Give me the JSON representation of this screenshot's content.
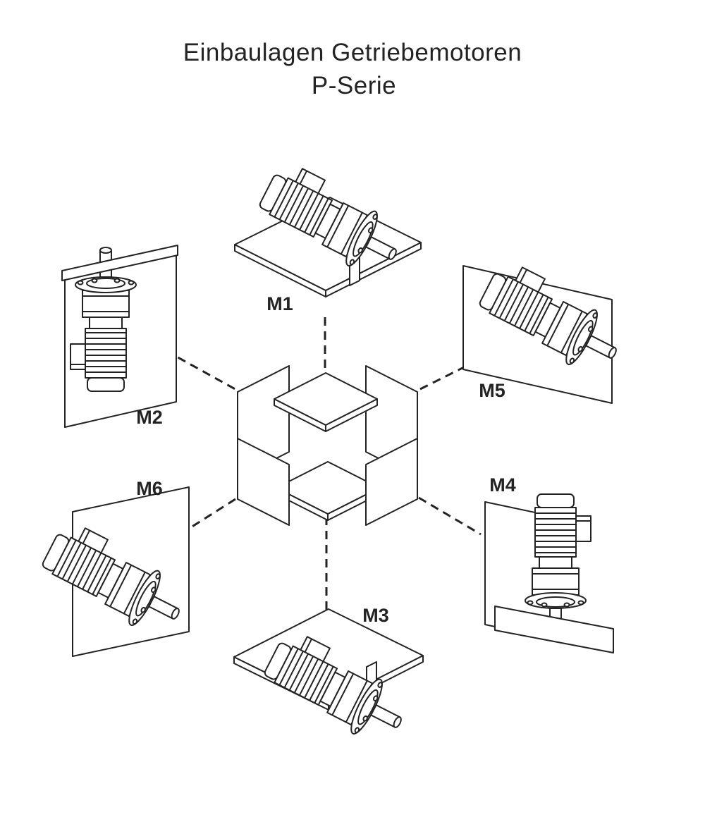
{
  "page": {
    "title_line1": "Einbaulagen Getriebemotoren",
    "title_line2": "P-Serie"
  },
  "positions": {
    "m1": "M1",
    "m2": "M2",
    "m3": "M3",
    "m4": "M4",
    "m5": "M5",
    "m6": "M6"
  },
  "colors": {
    "line": "#232323",
    "background": "#ffffff"
  }
}
